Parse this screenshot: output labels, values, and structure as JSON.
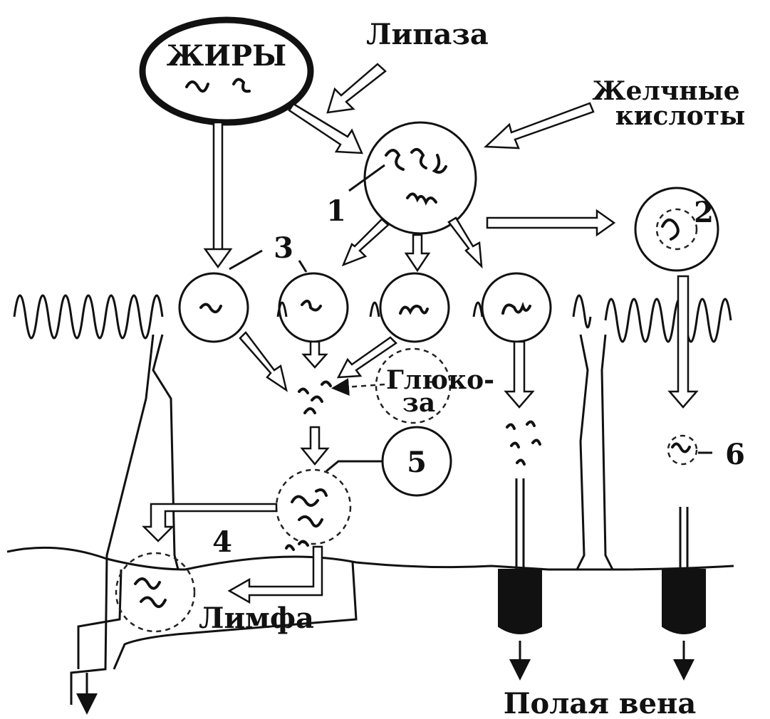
{
  "labels": {
    "fats": "ЖИРЫ",
    "lipase": "Липаза",
    "bile_acids_line1": "Желчные",
    "bile_acids_line2": "кислоты",
    "glucose_line1": "Глюко-",
    "glucose_line2": "за",
    "lymph": "Лимфа",
    "portal_vein": "Полая вена"
  },
  "markers": {
    "n1": "1",
    "n2": "2",
    "n3": "3",
    "n4": "4",
    "n5": "5",
    "n6": "6"
  }
}
